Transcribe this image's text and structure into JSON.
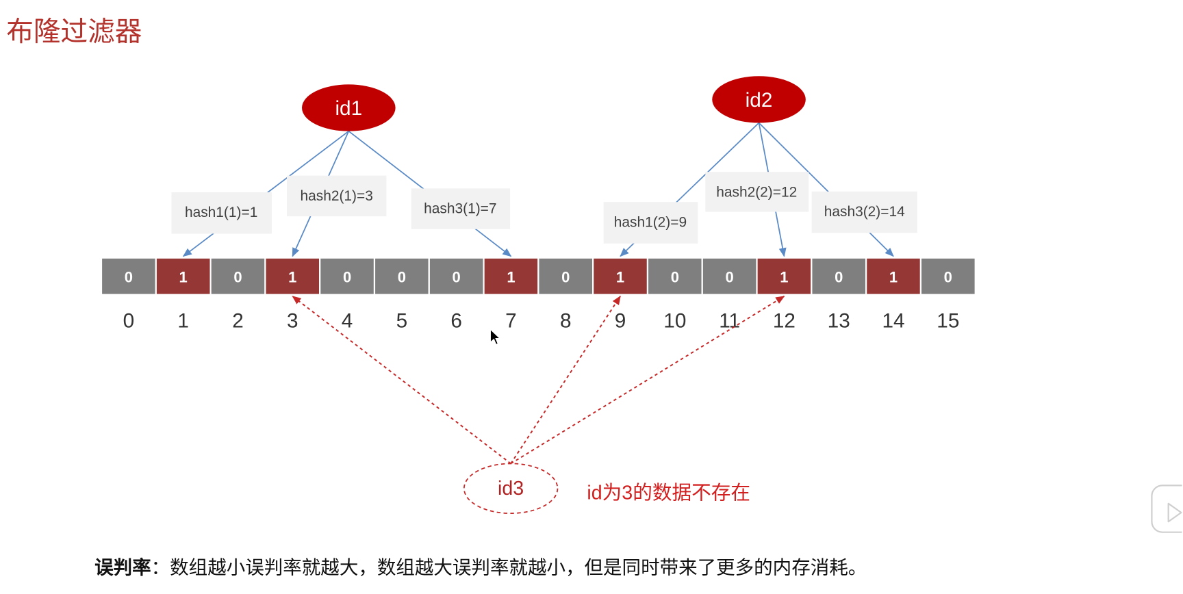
{
  "title": "布隆过滤器",
  "elements": [
    {
      "label": "id1",
      "hashes": [
        {
          "label": "hash1(1)=1",
          "target": 1
        },
        {
          "label": "hash2(1)=3",
          "target": 3
        },
        {
          "label": "hash3(1)=7",
          "target": 7
        }
      ]
    },
    {
      "label": "id2",
      "hashes": [
        {
          "label": "hash1(2)=9",
          "target": 9
        },
        {
          "label": "hash2(2)=12",
          "target": 12
        },
        {
          "label": "hash3(2)=14",
          "target": 14
        }
      ]
    }
  ],
  "bit_array": {
    "values": [
      0,
      1,
      0,
      1,
      0,
      0,
      0,
      1,
      0,
      1,
      0,
      0,
      1,
      0,
      1,
      0
    ],
    "indices": [
      "0",
      "1",
      "2",
      "3",
      "4",
      "5",
      "6",
      "7",
      "8",
      "9",
      "10",
      "11",
      "12",
      "13",
      "14",
      "15"
    ]
  },
  "query": {
    "label": "id3",
    "targets": [
      3,
      9,
      12
    ],
    "result": "id为3的数据不存在"
  },
  "note": {
    "term": "误判率",
    "text": "：数组越小误判率就越大，数组越大误判率就越小，但是同时带来了更多的内存消耗。"
  },
  "icons": {
    "overlay": "play-icon",
    "cursor": "mouse-cursor-icon"
  },
  "colors": {
    "title": "#b3322b",
    "node_fill": "#c00000",
    "bit_set": "#953735",
    "bit_unset": "#7f7f7f",
    "hash_link": "#5a8ac6",
    "query_link": "#c62828",
    "result_text": "#d21f1f"
  }
}
